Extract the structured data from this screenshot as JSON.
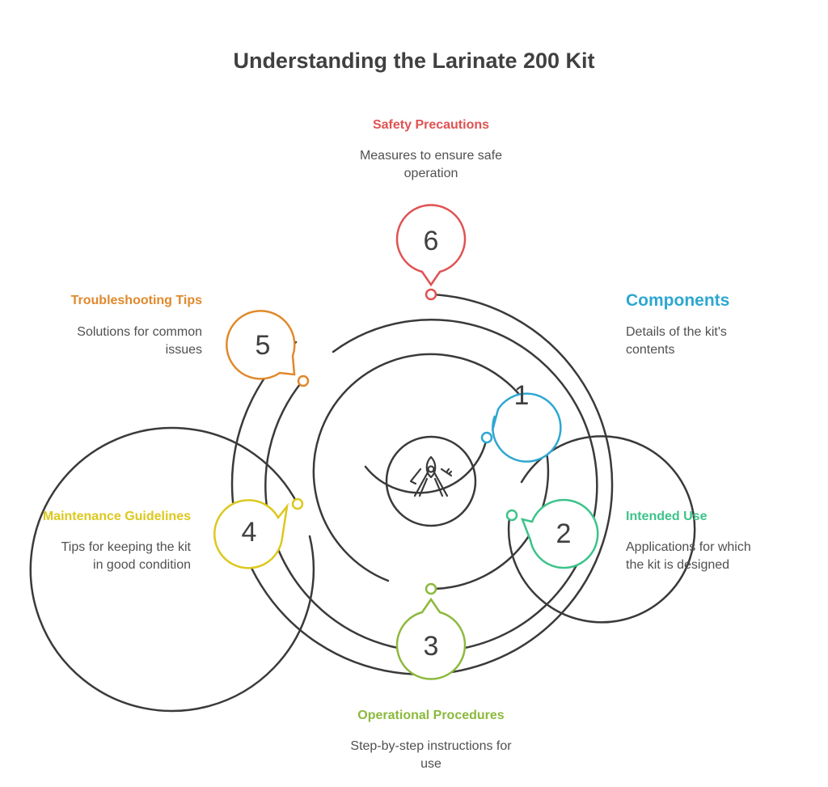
{
  "title": "Understanding the Larinate 200 Kit",
  "center_icon": "pliers-tool-icon",
  "colors": {
    "rings": "#3a3a3a",
    "components": "#2ea7d1",
    "intended_use": "#3cc38a",
    "operational_procedures": "#8cb93c",
    "maintenance_guidelines": "#dcc81e",
    "troubleshooting_tips": "#e0892c",
    "safety_precautions": "#e05252"
  },
  "items": [
    {
      "number": "1",
      "title": "Components",
      "description_lines": [
        "Details of the kit's",
        "contents"
      ]
    },
    {
      "number": "2",
      "title": "Intended Use",
      "description_lines": [
        "Applications for which",
        "the kit is designed"
      ]
    },
    {
      "number": "3",
      "title": "Operational Procedures",
      "description_lines": [
        "Step-by-step instructions for",
        "use"
      ]
    },
    {
      "number": "4",
      "title": "Maintenance Guidelines",
      "description_lines": [
        "Tips for keeping the kit",
        "in good condition"
      ]
    },
    {
      "number": "5",
      "title": "Troubleshooting Tips",
      "description_lines": [
        "Solutions for common",
        "issues"
      ]
    },
    {
      "number": "6",
      "title": "Safety Precautions",
      "description_lines": [
        "Measures to ensure safe",
        "operation"
      ]
    }
  ]
}
